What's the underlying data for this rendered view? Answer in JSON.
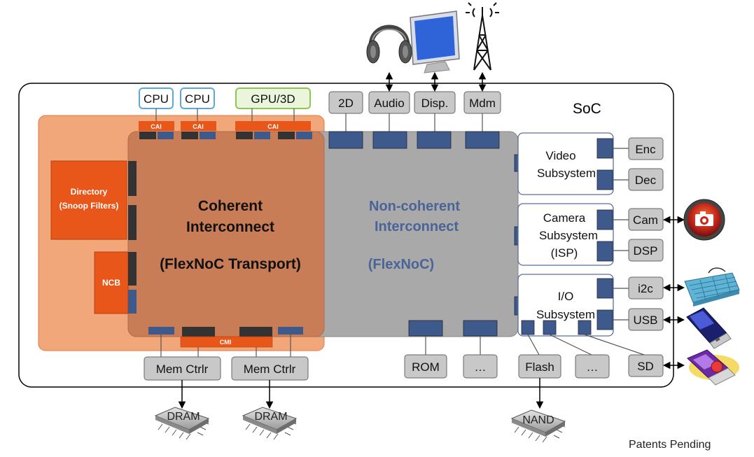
{
  "soc": {
    "label": "SoC"
  },
  "coherent": {
    "line1": "Coherent",
    "line2": "Interconnect",
    "line3": "(FlexNoC Transport)",
    "directory_line1": "Directory",
    "directory_line2": "(Snoop Filters)",
    "ncb": "NCB",
    "cai": "CAI",
    "cmi": "CMI"
  },
  "noncoherent": {
    "line1": "Non-coherent",
    "line2": "Interconnect",
    "line3": "(FlexNoC)"
  },
  "processors": [
    "CPU",
    "CPU",
    "GPU/3D"
  ],
  "top_blocks": [
    "2D",
    "Audio",
    "Disp.",
    "Mdm"
  ],
  "subsystems": {
    "video": [
      "Video",
      "Subsystem"
    ],
    "camera": [
      "Camera",
      "Subsystem",
      "(ISP)"
    ],
    "io": [
      "I/O",
      "Subsystem"
    ]
  },
  "right_blocks": [
    "Enc",
    "Dec",
    "Cam",
    "DSP",
    "i2c",
    "USB",
    "SD"
  ],
  "bottom_blocks": {
    "mem1": "Mem Ctrlr",
    "mem2": "Mem Ctrlr",
    "rom": "ROM",
    "dots1": "…",
    "flash": "Flash",
    "dots2": "…"
  },
  "external": {
    "dram1": "DRAM",
    "dram2": "DRAM",
    "nand": "NAND",
    "icons": [
      "headphones-icon",
      "monitor-icon",
      "antenna-icon",
      "camera-icon",
      "keyboard-icon",
      "usb-drive-icon",
      "sd-card-icon"
    ]
  },
  "footer": "Patents Pending",
  "colors": {
    "orange_light": "#f2a77a",
    "orange_dark": "#c97a52",
    "orange_block": "#e8561a",
    "gray_region": "#a9a9a9",
    "port_blue": "#3e5a8c",
    "gray_box": "#c8c8c8",
    "noncoherent_text": "#4a6497",
    "cpu_border": "#5aa9d6",
    "gpu_border": "#8cc850"
  }
}
